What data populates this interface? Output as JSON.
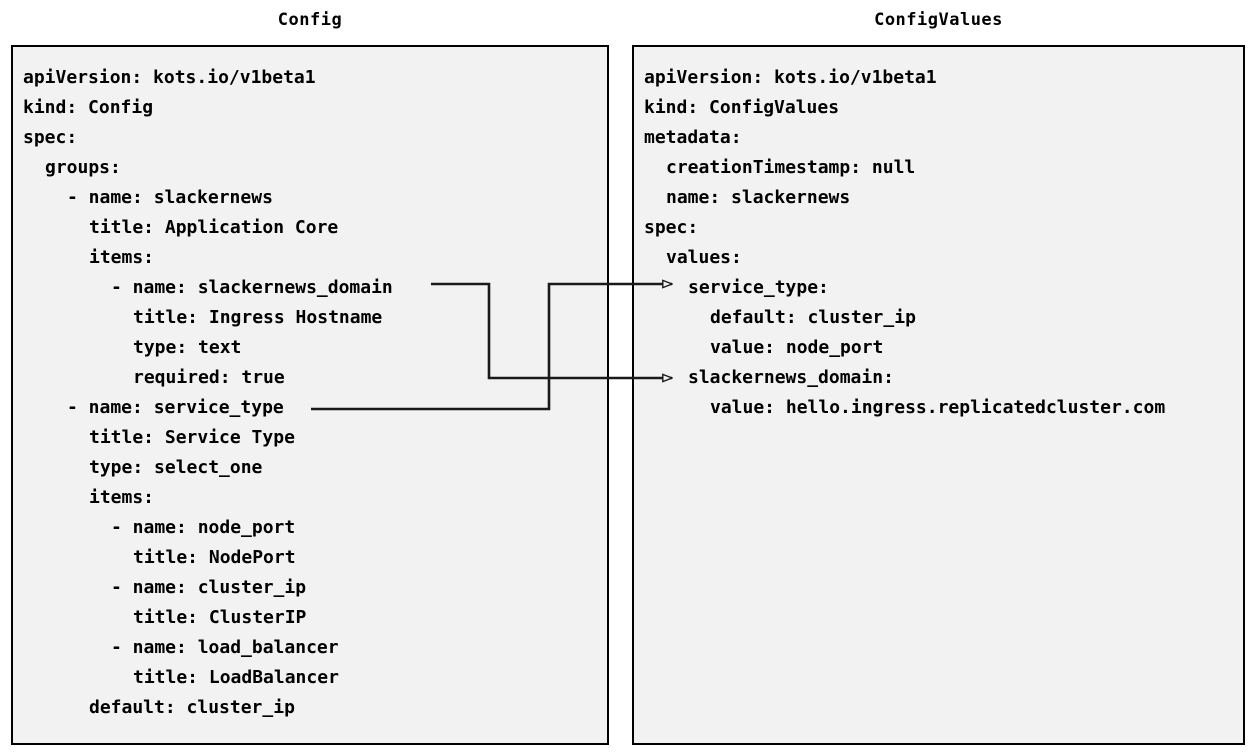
{
  "diagram": {
    "title_left": "Config",
    "title_right": "ConfigValues",
    "background_color": "#ffffff",
    "panel_fill": "#f2f2f2",
    "panel_border": "#000000",
    "connector_color": "#1a1a1a"
  },
  "config_panel": {
    "title": "Config",
    "lines": [
      {
        "indent": 0,
        "text": "apiVersion: kots.io/v1beta1"
      },
      {
        "indent": 0,
        "text": "kind: Config"
      },
      {
        "indent": 0,
        "text": "spec:"
      },
      {
        "indent": 1,
        "text": "groups:"
      },
      {
        "indent": 2,
        "text": "- name: slackernews"
      },
      {
        "indent": 3,
        "text": "title: Application Core"
      },
      {
        "indent": 3,
        "text": "items:"
      },
      {
        "indent": 4,
        "text": "- name: slackernews_domain"
      },
      {
        "indent": 5,
        "text": "title: Ingress Hostname"
      },
      {
        "indent": 5,
        "text": "type: text"
      },
      {
        "indent": 5,
        "text": "required: true"
      },
      {
        "indent": 2,
        "text": "- name: service_type"
      },
      {
        "indent": 3,
        "text": "title: Service Type"
      },
      {
        "indent": 3,
        "text": "type: select_one"
      },
      {
        "indent": 3,
        "text": "items:"
      },
      {
        "indent": 4,
        "text": "- name: node_port"
      },
      {
        "indent": 5,
        "text": "title: NodePort"
      },
      {
        "indent": 4,
        "text": "- name: cluster_ip"
      },
      {
        "indent": 5,
        "text": "title: ClusterIP"
      },
      {
        "indent": 4,
        "text": "- name: load_balancer"
      },
      {
        "indent": 5,
        "text": "title: LoadBalancer"
      },
      {
        "indent": 3,
        "text": "default: cluster_ip"
      }
    ]
  },
  "configvalues_panel": {
    "title": "ConfigValues",
    "lines": [
      {
        "indent": 0,
        "text": "apiVersion: kots.io/v1beta1"
      },
      {
        "indent": 0,
        "text": "kind: ConfigValues"
      },
      {
        "indent": 0,
        "text": "metadata:"
      },
      {
        "indent": 1,
        "text": "creationTimestamp: null"
      },
      {
        "indent": 1,
        "text": "name: slackernews"
      },
      {
        "indent": 0,
        "text": "spec:"
      },
      {
        "indent": 1,
        "text": "values:"
      },
      {
        "indent": 2,
        "text": "service_type:"
      },
      {
        "indent": 3,
        "text": "default: cluster_ip"
      },
      {
        "indent": 3,
        "text": "value: node_port"
      },
      {
        "indent": 2,
        "text": "slackernews_domain:"
      },
      {
        "indent": 3,
        "text": "value: hello.ingress.replicatedcluster.com"
      }
    ]
  },
  "connections": [
    {
      "name": "slackernews-domain-mapping",
      "from_label": "slackernews_domain",
      "to_label": "slackernews_domain:",
      "from_line_index": 7,
      "to_line_index": 10
    },
    {
      "name": "service-type-mapping",
      "from_label": "service_type",
      "to_label": "service_type:",
      "from_line_index": 11,
      "to_line_index": 7
    }
  ]
}
